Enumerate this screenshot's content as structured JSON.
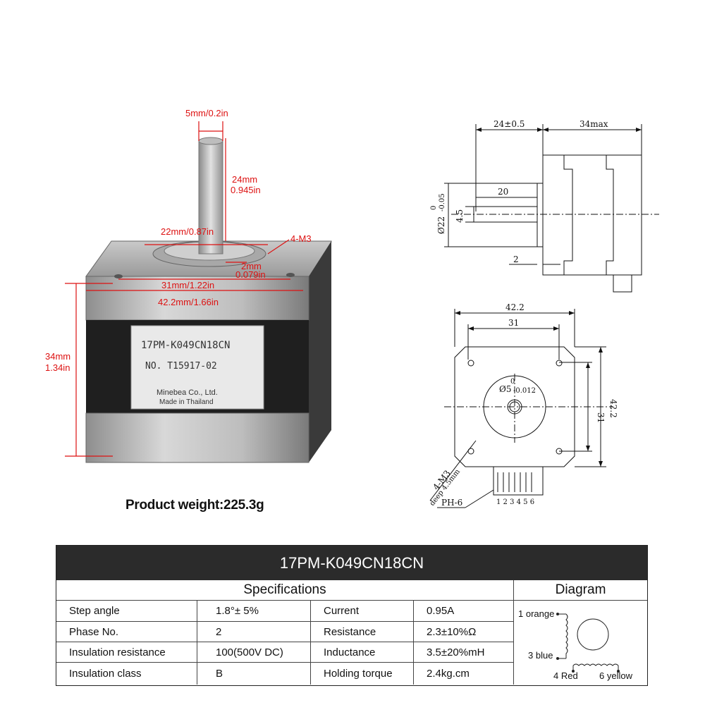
{
  "photo": {
    "shaft_width": "5mm/0.2in",
    "shaft_length_mm": "24mm",
    "shaft_length_in": "0.945in",
    "boss_diameter": "22mm/0.87in",
    "mount_holes": "4-M3",
    "boss_height_mm": "2mm",
    "boss_height_in": "0.079in",
    "hole_spacing": "31mm/1.22in",
    "body_width": "42.2mm/1.66in",
    "body_length_mm": "34mm",
    "body_length_in": "1.34in",
    "label_model": "17PM-K049CN18CN",
    "label_serial": "NO. T15917-02",
    "label_maker": "Minebea Co., Ltd.",
    "label_origin": "Made in Thailand",
    "weight": "Product weight:225.3g"
  },
  "drawing": {
    "side": {
      "shaft_len": "24±0.5",
      "body_len": "34max",
      "flat_len": "20",
      "boss_dia": "Ø22",
      "boss_tol_upper": "0",
      "boss_tol_lower": "-0.05",
      "flat_dim": "4.5",
      "boss_h": "2"
    },
    "front": {
      "width": "42.2",
      "hole_spacing_h": "31",
      "hole_spacing_v": "31",
      "height": "42.2",
      "shaft_dia": "Ø5",
      "shaft_tol_upper": "0",
      "shaft_tol_lower": "-0.012",
      "holes": "4-M3",
      "hole_depth": "deep 4.5mm",
      "connector": "PH-6",
      "pins": "1 2 3 4 5 6"
    }
  },
  "table": {
    "title": "17PM-K049CN18CN",
    "spec_heading": "Specifications",
    "diagram_heading": "Diagram",
    "rows": [
      {
        "label1": "Step angle",
        "value1": "1.8°± 5%",
        "label2": "Current",
        "value2": "0.95A"
      },
      {
        "label1": "Phase No.",
        "value1": "2",
        "label2": "Resistance",
        "value2": "2.3±10%Ω"
      },
      {
        "label1": "Insulation resistance",
        "value1": "100(500V  DC)",
        "label2": "Inductance",
        "value2": "3.5±20%mH"
      },
      {
        "label1": "Insulation class",
        "value1": "B",
        "label2": "Holding torque",
        "value2": "2.4kg.cm"
      }
    ],
    "wiring": {
      "w1": "1 orange",
      "w3": "3 blue",
      "w4": "4 Red",
      "w6": "6 yellow"
    }
  },
  "colors": {
    "dimension": "#dd1111",
    "header_bg": "#2b2b2b",
    "header_text": "#ffffff"
  }
}
